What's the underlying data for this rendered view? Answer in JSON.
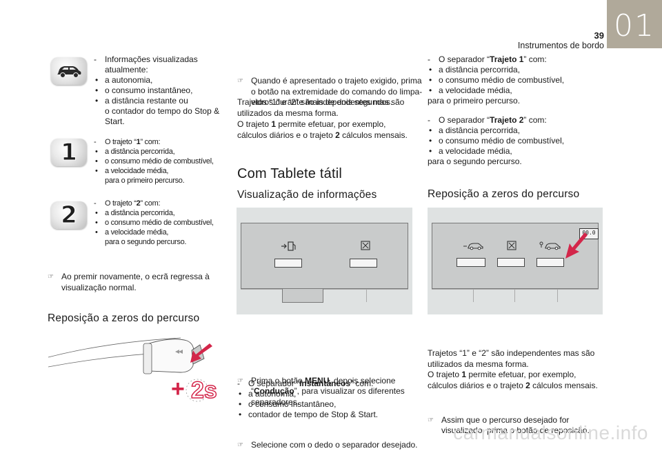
{
  "header": {
    "chapter": "01",
    "page_number": "39",
    "section_title": "Instrumentos de bordo"
  },
  "left": {
    "block1": {
      "title": "Informações visualizadas atualmente:",
      "items": [
        "a autonomia,",
        "o consumo instantâneo,",
        "a distância restante ou"
      ],
      "tail": "o contador do tempo do Stop & Start."
    },
    "block2": {
      "digit": "1",
      "title_pre": "O trajeto “",
      "title_num": "1",
      "title_post": "” com:",
      "items": [
        "a distância percorrida,",
        "o consumo médio de combustível,",
        "a velocidade média,"
      ],
      "tail": "para o primeiro percurso."
    },
    "block3": {
      "digit": "2",
      "title_pre": "O trajeto “",
      "title_num": "2",
      "title_post": "” com:",
      "items": [
        "a distância percorrida,",
        "o consumo médio de combustível,",
        "a velocidade média,"
      ],
      "tail": "para o segundo percurso."
    },
    "note": "Ao premir novamente, o ecrã regressa à visualização normal.",
    "reset_heading": "Reposição a zeros do percurso",
    "press_plus": "+",
    "press_time": "2s"
  },
  "middle": {
    "note1": "Quando é apresentado o trajeto exigido, prima o botão na extremidade do comando do limpa-vidros durante mais de dois segundos.",
    "para1": "Trajetos “1” e “2” são independentes mas são utilizados da mesma forma.",
    "para2_pre": "O trajeto ",
    "para2_num": "1",
    "para2_mid": " permite efetuar, por exemplo, cálculos diários e o trajeto ",
    "para2_num2": "2",
    "para2_post": " cálculos mensais.",
    "heading": "Com Tablete tátil",
    "subheading": "Visualização de informações",
    "step1_pre": "Prima o botão ",
    "step1_bold": "MENU,",
    "step1_mid": " depois selecione “",
    "step1_bold2": "Condução",
    "step1_post": "”, para visualizar os diferentes separadores.",
    "step2": "Selecione com o dedo o separador desejado.",
    "tab_pre": "O separador “",
    "tab_bold": "Instantâneos",
    "tab_post": "” com:",
    "tab_items": [
      "a autonomia,",
      "o consumo instantâneo,",
      "contador de tempo de Stop & Start."
    ]
  },
  "right": {
    "trip1_pre": "O separador “",
    "trip1_bold": "Trajeto 1",
    "trip1_post": "” com:",
    "trip1_items": [
      "a distância percorrida,",
      "o consumo médio de combustível,",
      "a velocidade média,"
    ],
    "trip1_tail": "para o primeiro percurso.",
    "trip2_pre": "O separador “",
    "trip2_bold": "Trajeto 2",
    "trip2_post": "” com:",
    "trip2_items": [
      "a distância percorrida,",
      "o consumo médio de combustível,",
      "a velocidade média,"
    ],
    "trip2_tail": "para o segundo percurso.",
    "reset_heading": "Reposição a zeros do percurso",
    "reset_button_label": "00.0",
    "note": "Assim que o percurso desejado for visualizado, prima o botão de reposição.",
    "para1": "Trajetos “1” e “2” são independentes mas são utilizados da mesma forma.",
    "para2_pre": "O trajeto ",
    "para2_num": "1",
    "para2_mid": " permite efetuar, por exemplo, cálculos diários e o trajeto ",
    "para2_num2": "2",
    "para2_post": " cálculos mensais."
  },
  "watermark": "carmanualsonline.info",
  "colors": {
    "chapter_tab": "#b0a99a",
    "accent_red": "#d3264a",
    "screen_bg": "#c9cbcb"
  }
}
